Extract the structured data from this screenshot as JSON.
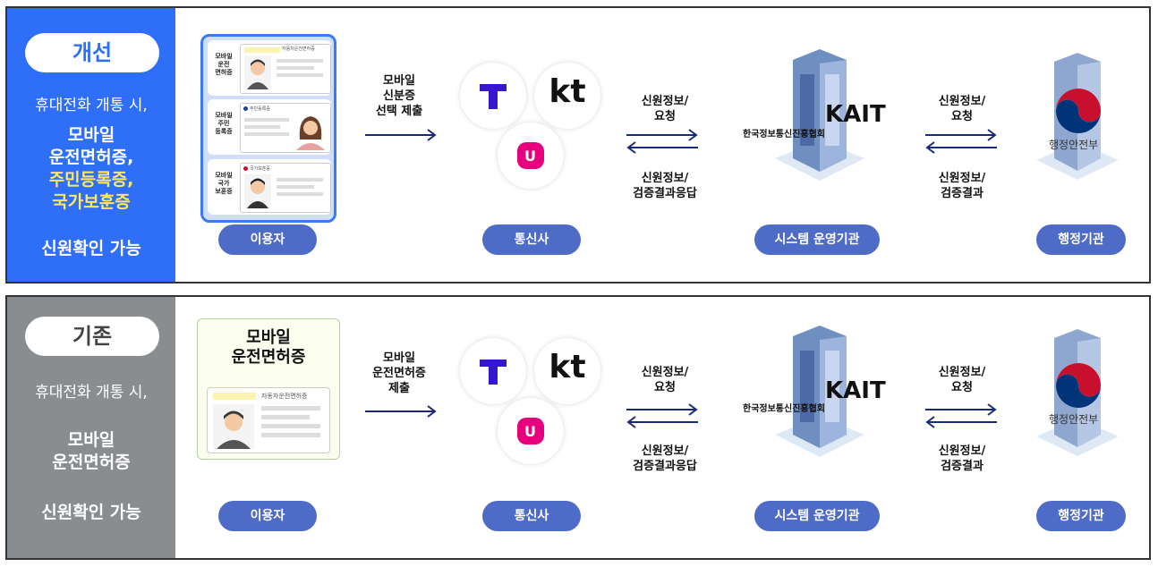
{
  "improved": {
    "pill": "개선",
    "subtitle": "휴대전화 개통 시,",
    "line1": "모바일",
    "line2": "운전면허증,",
    "line3": "주민등록증,",
    "line4": "국가보훈증",
    "confirm": "신원확인 가능",
    "cards": [
      {
        "title1": "모바일",
        "title2": "운전",
        "title3": "면허증",
        "badge": "자동차운전면허증"
      },
      {
        "title1": "모바일",
        "title2": "주민",
        "title3": "등록증",
        "badge": "주민등록증"
      },
      {
        "title1": "모바일",
        "title2": "국가",
        "title3": "보훈증",
        "badge": "국가보훈증"
      }
    ],
    "submit1": "모바일",
    "submit2": "신분증",
    "submit3": "선택 제출",
    "labels": {
      "user": "이용자",
      "telco": "통신사",
      "operator": "시스템 운영기관",
      "gov": "행정기관"
    }
  },
  "existing": {
    "pill": "기존",
    "subtitle": "휴대전화 개통 시,",
    "line1": "모바일",
    "line2": "운전면허증",
    "confirm": "신원확인 가능",
    "card_title1": "모바일",
    "card_title2": "운전면허증",
    "card_badge": "자동차운전면허증",
    "submit1": "모바일",
    "submit2": "운전면허증",
    "submit3": "제출",
    "labels": {
      "user": "이용자",
      "telco": "통신사",
      "operator": "시스템 운영기관",
      "gov": "행정기관"
    }
  },
  "flow": {
    "req1": "신원정보/",
    "req2": "요청",
    "resp1": "신원정보/",
    "resp2": "검증결과응답",
    "gov_resp1": "신원정보/",
    "gov_resp2": "검증결과"
  },
  "logos": {
    "kt": "kt",
    "kait": "KAIT",
    "kait_org": "한국정보통신진흥협회",
    "mois": "행정안전부"
  },
  "colors": {
    "improved_side": "#2f6ef7",
    "existing_side": "#8a8d90",
    "label_pill": "#4f6bc8",
    "highlight": "#ffe760",
    "arrow": "#1a2a7a"
  },
  "icons": [
    "skt-logo-icon",
    "kt-logo-icon",
    "lgu-logo-icon",
    "building-icon",
    "mois-emblem-icon",
    "person-icon",
    "arrow-right-icon",
    "arrow-bidirectional-icon"
  ]
}
